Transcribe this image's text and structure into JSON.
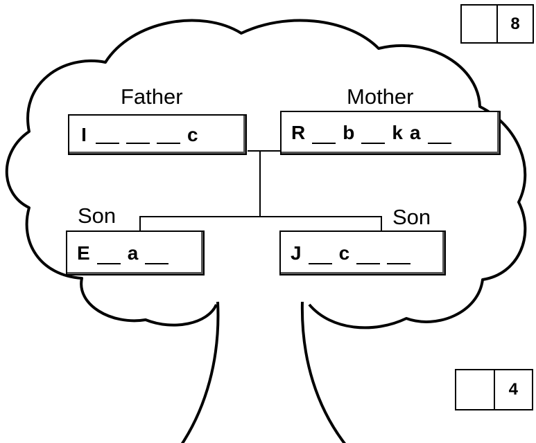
{
  "scores": {
    "top": "8",
    "bottom": "4"
  },
  "roles": {
    "father": "Father",
    "mother": "Mother",
    "son_left": "Son",
    "son_right": "Son"
  },
  "names": {
    "father": [
      "I",
      "_",
      "_",
      "_",
      "c"
    ],
    "mother": [
      "R",
      "_",
      "b",
      "_",
      "k",
      "a",
      "_"
    ],
    "son_left": [
      "E",
      "_",
      "a",
      "_"
    ],
    "son_right": [
      "J",
      "_",
      "c",
      "_",
      "_"
    ]
  }
}
